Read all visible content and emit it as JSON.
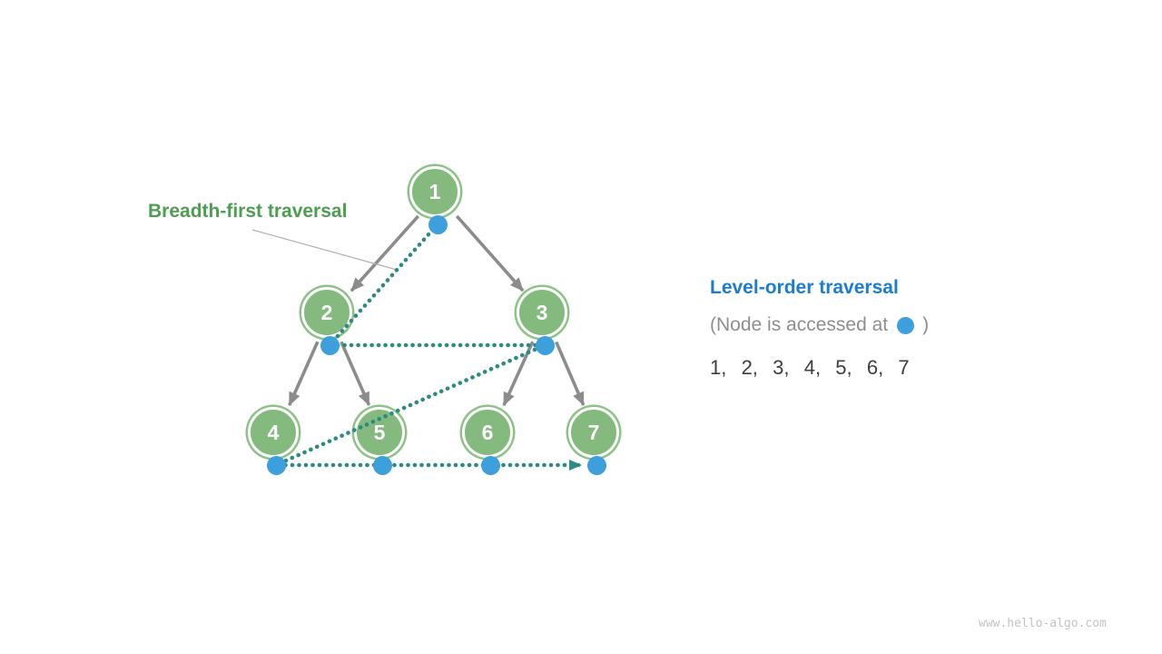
{
  "tree": {
    "nodes": [
      {
        "label": "1"
      },
      {
        "label": "2"
      },
      {
        "label": "3"
      },
      {
        "label": "4"
      },
      {
        "label": "5"
      },
      {
        "label": "6"
      },
      {
        "label": "7"
      }
    ],
    "edges": [
      "1-2",
      "1-3",
      "2-4",
      "2-5",
      "3-6",
      "3-7"
    ],
    "traversal_order": [
      "1",
      "2",
      "3",
      "4",
      "5",
      "6",
      "7"
    ]
  },
  "annotations": {
    "breadth_label": "Breadth-first traversal"
  },
  "panel": {
    "title": "Level-order traversal",
    "note_prefix": "(Node is accessed at",
    "note_suffix": ")",
    "sequence": "1,  2,  3,  4,  5,  6,  7"
  },
  "footer": {
    "watermark": "www.hello-algo.com"
  },
  "colors": {
    "node_fill_green": "#85ba7f",
    "node_outer_ring_green": "#8dc287",
    "node_inner_ring_white": "#ffffff",
    "access_dot_blue": "#3d9fdb",
    "traversal_path_teal": "#2f8a82",
    "tree_edge_gray": "#8c8c8c",
    "leader_line_gray": "#b0b0b0",
    "breadth_label_green": "#4e9d52",
    "panel_title_blue": "#1a7dd0",
    "panel_note_gray": "#8e8e8e",
    "sequence_dark": "#3d3d3d",
    "watermark_gray": "#c3c3c3"
  }
}
